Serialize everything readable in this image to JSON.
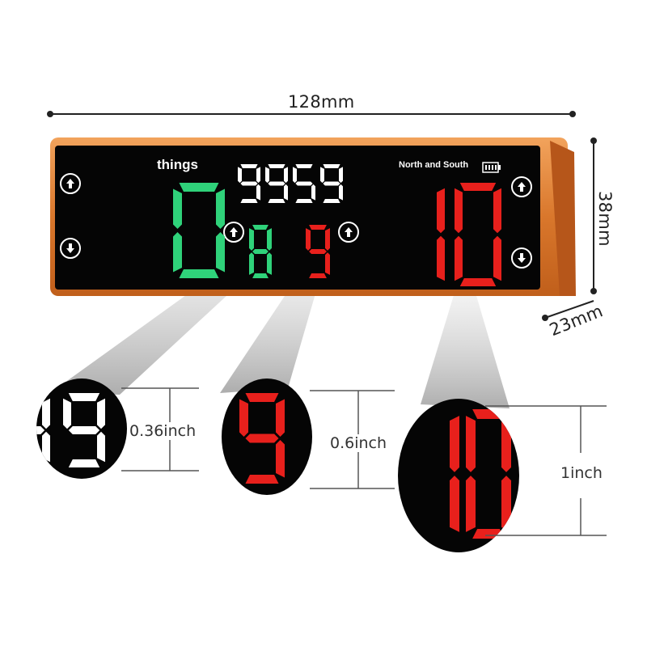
{
  "dimensions": {
    "length": "128mm",
    "height": "38mm",
    "depth": "23mm"
  },
  "display": {
    "brand": "things",
    "mode_label": "North and South",
    "top_time": "9959",
    "left_big_digit": "0",
    "left_small_digit": "8",
    "middle_digit": "9",
    "right_score": "10"
  },
  "colors": {
    "casing": "#d9772c",
    "screen": "#050505",
    "green": "#2fd27a",
    "red": "#e8201c",
    "white": "#ffffff"
  },
  "icons": [
    "up-arrow-icon",
    "down-arrow-icon",
    "battery-icon"
  ],
  "callouts": [
    {
      "digit": "9",
      "size": "0.36inch",
      "color": "#ffffff"
    },
    {
      "digit": "9",
      "size": "0.6inch",
      "color": "#e8201c"
    },
    {
      "digit": "10",
      "size": "1inch",
      "color": "#e8201c"
    }
  ]
}
